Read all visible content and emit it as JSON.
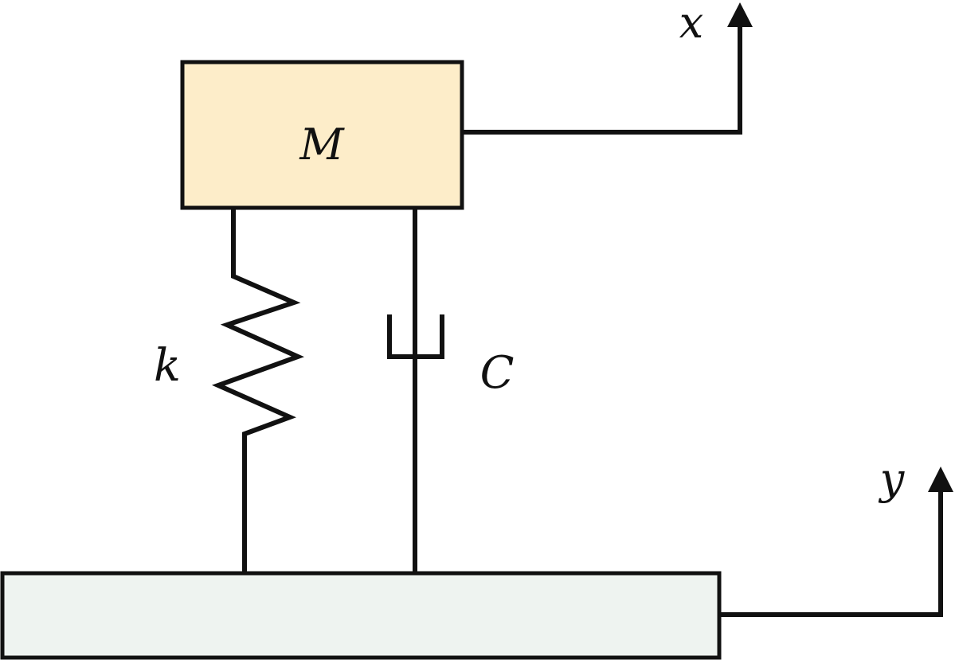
{
  "diagram": {
    "labels": {
      "mass": "M",
      "spring": "k",
      "damper": "C",
      "mass_displacement": "x",
      "base_displacement": "y"
    },
    "colors": {
      "mass_fill": "#fdedc9",
      "base_fill": "#eef3f0",
      "stroke": "#111111"
    }
  }
}
